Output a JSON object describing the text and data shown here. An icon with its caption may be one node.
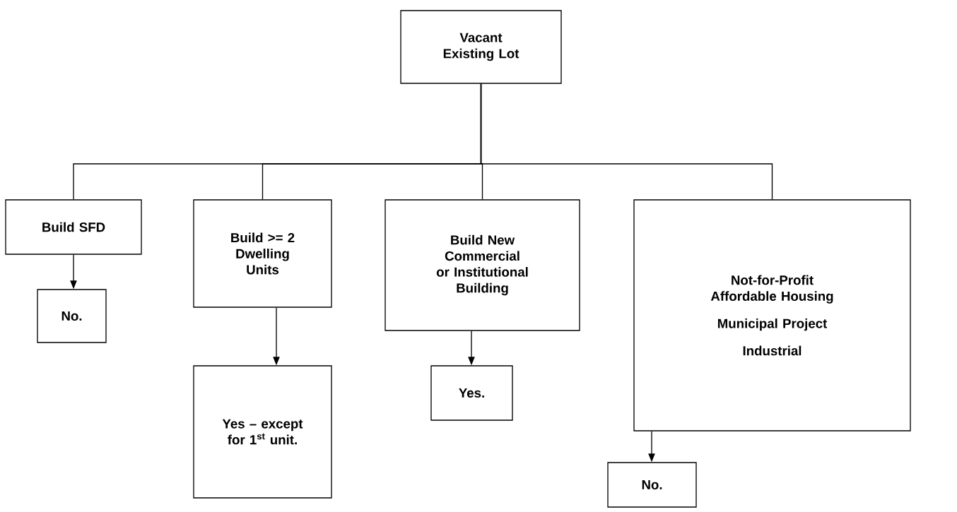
{
  "diagram": {
    "nodes": [
      {
        "text": [
          "Vacant Existing Lot"
        ]
      },
      {
        "text": [
          "Build SFD"
        ]
      },
      {
        "text": [
          "Build >= 2 Dwelling Units"
        ]
      },
      {
        "text": [
          "Build New Commercial or Institutional Building"
        ]
      },
      {
        "text": [
          "Not-for-Profit Affordable Housing",
          "Municipal Project",
          "Industrial"
        ]
      },
      {
        "text": [
          "No."
        ]
      },
      {
        "text": [
          "Yes – except for 1$^{st}$ unit."
        ]
      },
      {
        "text": [
          "Yes."
        ]
      },
      {
        "text": [
          "No."
        ]
      }
    ],
    "edges": [
      {
        "from": 0,
        "to": 1,
        "arrow": "none"
      },
      {
        "from": 0,
        "to": 2,
        "arrow": "none"
      },
      {
        "from": 0,
        "to": 3,
        "arrow": "none"
      },
      {
        "from": 0,
        "to": 4,
        "arrow": "none"
      },
      {
        "from": 1,
        "to": 5,
        "arrow": "to"
      },
      {
        "from": 2,
        "to": 6,
        "arrow": "to"
      },
      {
        "from": 3,
        "to": 7,
        "arrow": "to"
      },
      {
        "from": 4,
        "to": 8,
        "arrow": "to"
      }
    ]
  }
}
